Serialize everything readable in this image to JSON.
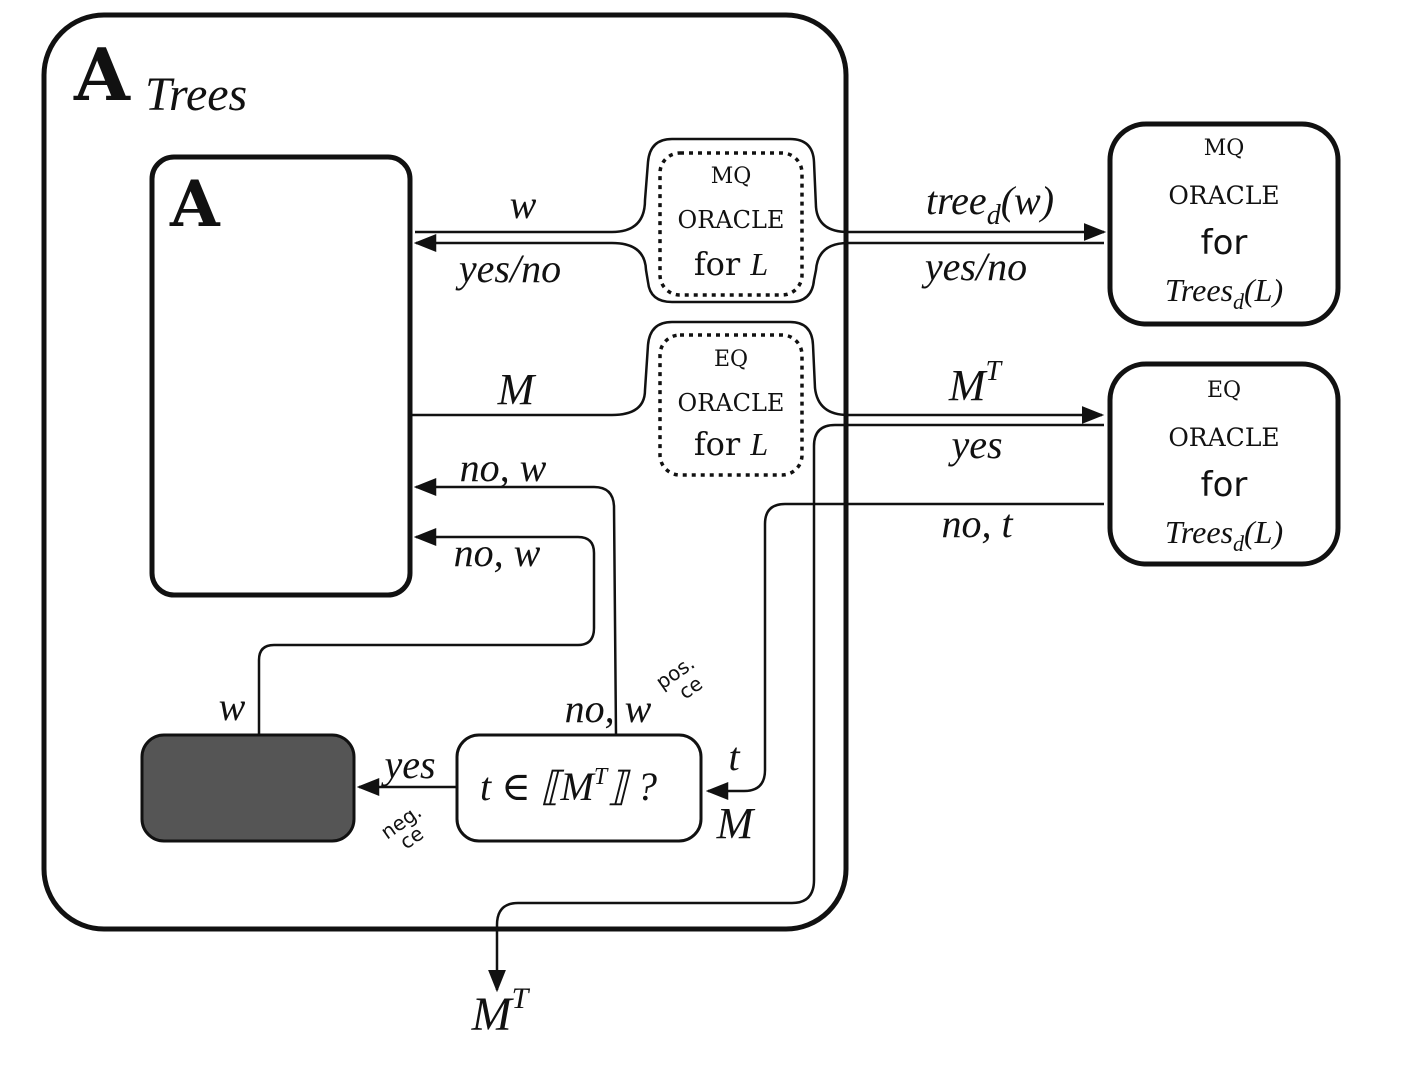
{
  "outer": {
    "title_main": "A",
    "title_sub": "Trees"
  },
  "inner": {
    "title": "A"
  },
  "mq_inner": {
    "line1": "MQ",
    "line2": "ORACLE",
    "line3_a": "for ",
    "line3_b": "L"
  },
  "eq_inner": {
    "line1": "EQ",
    "line2": "ORACLE",
    "line3_a": "for ",
    "line3_b": "L"
  },
  "mq_ext": {
    "line1": "MQ",
    "line2": "ORACLE",
    "line3": "for",
    "line4_a": "Trees",
    "line4_sub": "d",
    "line4_b": "(L)"
  },
  "eq_ext": {
    "line1": "EQ",
    "line2": "ORACLE",
    "line3": "for",
    "line4_a": "Trees",
    "line4_sub": "d",
    "line4_b": "(L)"
  },
  "check": {
    "text_a": "t ∈ ⟦M",
    "text_sup": "T",
    "text_b": "⟧ ?"
  },
  "labels": {
    "mq_query_left": "w",
    "mq_answer_left": "yes/no",
    "mq_query_right_a": "tree",
    "mq_query_right_sub": "d",
    "mq_query_right_b": "(w)",
    "mq_answer_right": "yes/no",
    "eq_query_left": "M",
    "eq_query_right_a": "M",
    "eq_query_right_sup": "T",
    "eq_answer_yes": "yes",
    "eq_answer_no": "no, t",
    "feedback_upper": "no, w",
    "feedback_lower": "no, w",
    "w_from_dark": "w",
    "no_w_check": "no, w",
    "pos_ce_line1": "pos.",
    "pos_ce_line2": "ce",
    "check_yes": "yes",
    "neg_ce_line1": "neg.",
    "neg_ce_line2": "ce",
    "t_input": "t",
    "M_input": "M",
    "output_a": "M",
    "output_sup": "T"
  },
  "colors": {
    "stroke": "#111111",
    "dark_box": "#555555",
    "background": "#ffffff"
  }
}
